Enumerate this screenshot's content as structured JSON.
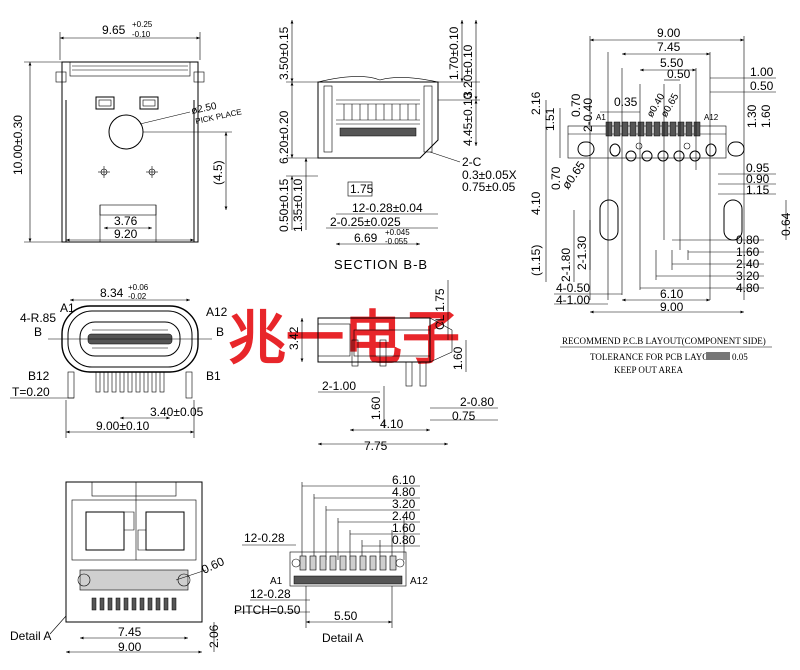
{
  "brand": "兆一电子",
  "section_title": "SECTION B-B",
  "detail_label": "Detail A",
  "layout": {
    "recommend": "RECOMMEND P.C.B LAYOUT(COMPONENT SIDE)",
    "tolerance": "TOLERANCE FOR PCB LAYOUT",
    "tolerance_value": "0.05",
    "keepout": "KEEP OUT AREA"
  },
  "top_view": {
    "width_main": "9.65",
    "width_tol_up": "+0.25",
    "width_tol_dn": "-0.10",
    "height": "10.00±0.30",
    "pick_dia": "ø2.50",
    "pick_label": "PICK PLACE",
    "offset": "(4.5)",
    "inner": "3.76",
    "bottom": "9.20"
  },
  "section": {
    "h1": "3.50±0.15",
    "h2": "6.20±0.20",
    "h3": "0.50±0.15",
    "h4": "1.35±0.10",
    "r1": "1.70±0.10",
    "r2": "3.20±0.10",
    "r3": "4.45±0.10",
    "chamfer": "2-C",
    "chamfer_a": "0.3±0.05X",
    "chamfer_b": "0.75±0.05",
    "boxed": "1.75",
    "pitch12": "12-0.28±0.04",
    "pitch2": "2-0.25±0.025",
    "width": "6.69",
    "width_up": "+0.045",
    "width_dn": "-0.055"
  },
  "front_view": {
    "width_main": "8.34",
    "width_up": "+0.06",
    "width_dn": "-0.02",
    "a1": "A1",
    "a12": "A12",
    "b12": "B12",
    "b1": "B1",
    "radius": "4-R.85",
    "b_left": "B",
    "b_right": "B",
    "thickness": "T=0.20",
    "inner": "3.40±0.05",
    "bottom": "9.00±0.10"
  },
  "side_view": {
    "h": "3.42",
    "cl": "CL 1.75",
    "r": "1.60",
    "d1": "2-1.00",
    "d2": "1.60",
    "d3": "2-0.80",
    "d4": "4.10",
    "d5": "0.75",
    "total": "7.75"
  },
  "bottom_view": {
    "d1": "0.60",
    "d2": "7.45",
    "d3": "9.00",
    "d4": "2.06"
  },
  "detail": {
    "d610": "6.10",
    "d480": "4.80",
    "d320": "3.20",
    "d240": "2.40",
    "d160": "1.60",
    "d080": "0.80",
    "pins12": "12-0.28",
    "pins12b": "12-0.28",
    "pitch": "PITCH=0.50",
    "d550": "5.50",
    "a1": "A1",
    "a12": "A12"
  },
  "pcb": {
    "t900": "9.00",
    "t745": "7.45",
    "t550": "5.50",
    "t050": "0.50",
    "t100": "1.00",
    "t050b": "0.50",
    "v216": "2.16",
    "v151": "1.51",
    "v070": "0.70",
    "v240": "2-0.40",
    "t035": "0.35",
    "h040": "ø0.40",
    "h065": "ø0.65",
    "v130": "1.30",
    "v160": "1.60",
    "h065b": "ø0.65",
    "v070b": "0.70",
    "v410": "4.10",
    "r095": "0.95",
    "r090": "0.90",
    "r115": "1.15",
    "r064": "0.64",
    "v115": "(1.15)",
    "v2180": "2-1.80",
    "v2130": "2-1.30",
    "r080": "0.80",
    "r160": "1.60",
    "r240": "2.40",
    "r320": "3.20",
    "r480": "4.80",
    "b4050": "4-0.50",
    "b4100": "4-1.00",
    "b610": "6.10",
    "b900": "9.00",
    "a12": "A12",
    "a1": "A1"
  }
}
